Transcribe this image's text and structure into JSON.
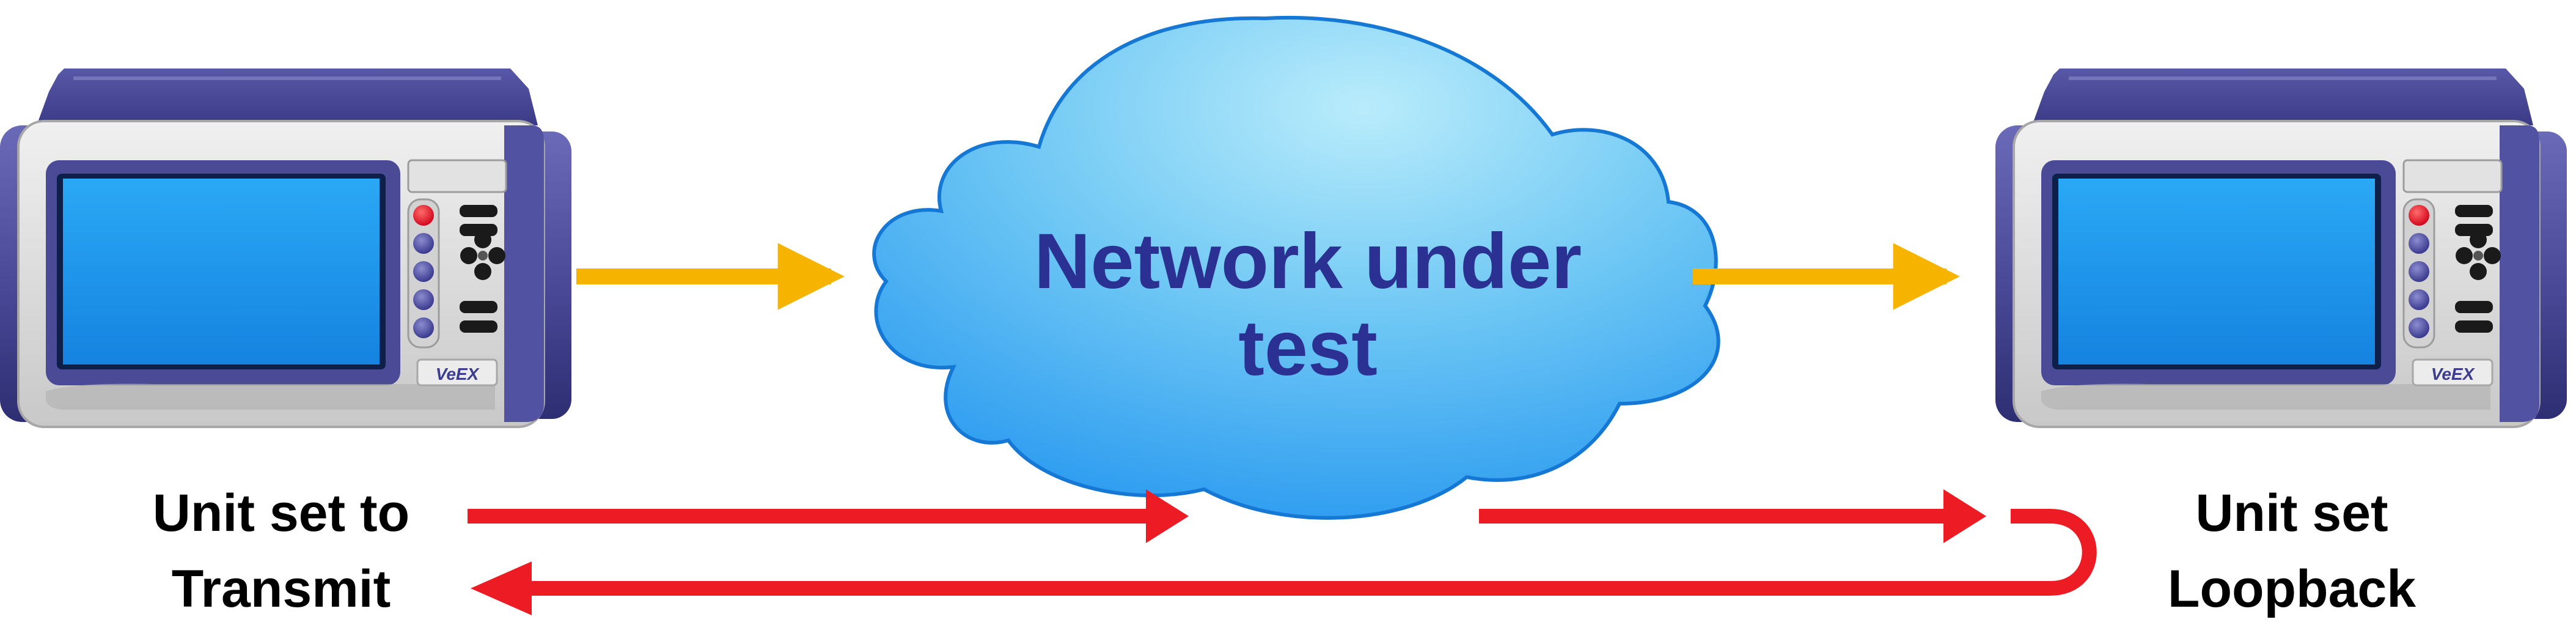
{
  "cloud": {
    "line1": "Network under",
    "line2": "test"
  },
  "labels": {
    "transmit_line1": "Unit set to",
    "transmit_line2": "Transmit",
    "loopback_line1": "Unit set",
    "loopback_line2": "Loopback"
  },
  "device": {
    "logo_text": "VeEX"
  },
  "colors": {
    "cloud_text": "#2b3192",
    "data_arrow": "#f6b400",
    "signal_arrow": "#ed1c24",
    "device_body": "#4a4a96",
    "device_screen": "#1e9bf0",
    "device_panel": "#d9d9d9",
    "power_button": "#e8001c"
  }
}
